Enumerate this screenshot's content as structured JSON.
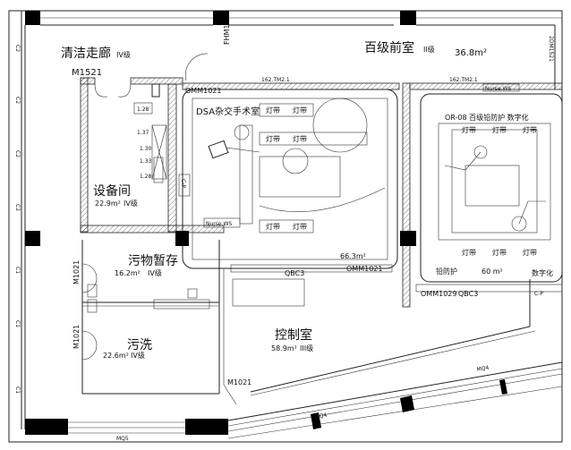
{
  "drawing": {
    "rooms": {
      "clean_corridor": {
        "name": "清洁走廊",
        "grade": "IV级"
      },
      "equipment_room": {
        "name": "设备间",
        "area": "22.9m²",
        "grade": "IV级"
      },
      "dsa_room": {
        "name": "DSA杂交手术室",
        "area": "66.3m²"
      },
      "anteroom": {
        "name": "百级前室",
        "grade": "II级",
        "area": "36.8m²"
      },
      "or08": {
        "name": "OR-08  百级铅防护  数字化",
        "footer_left": "铅防护",
        "area": "60 m²",
        "footer_right": "数字化"
      },
      "dirty_storage": {
        "name": "污物暂存",
        "area": "16.2m²",
        "grade": "IV级"
      },
      "dirty_wash": {
        "name": "污洗",
        "area": "22.6m²",
        "grade": "IV级"
      },
      "control_room": {
        "name": "控制室",
        "area": "58.9m²",
        "grade": "III级"
      }
    },
    "doors": {
      "m1521": "M1521",
      "fhm1": "FHM1",
      "omm1021_a": "OMM1021",
      "omm1021_b": "OMM1021",
      "omm1029": "OMM1029",
      "dm1521": "2DM1521",
      "m1021_a": "M1021",
      "m1021_b": "M1021",
      "m1021_c": "M1021"
    },
    "windows": {
      "mq4_a": "MQ4",
      "mq4_b": "MQ4",
      "mq5": "MQ5"
    },
    "columns_left": [
      "C2",
      "C2",
      "C2",
      "C2",
      "C1",
      "C1",
      "C1"
    ],
    "equipment": {
      "qbc3_a": "QBC3",
      "qbc3_b": "QBC3",
      "nurse_ws_a": "Nurse.WS",
      "nurse_ws_b": "Nurse.WS",
      "cp_a": "C-P",
      "cp_b": "C-P",
      "light_strip": "灯带",
      "cabinet_values": [
        "1.28",
        "1.37",
        "1.30",
        "1.33",
        "1.28"
      ],
      "tag_a": "162.TM2.1",
      "tag_b": "162.TM2.1"
    }
  }
}
